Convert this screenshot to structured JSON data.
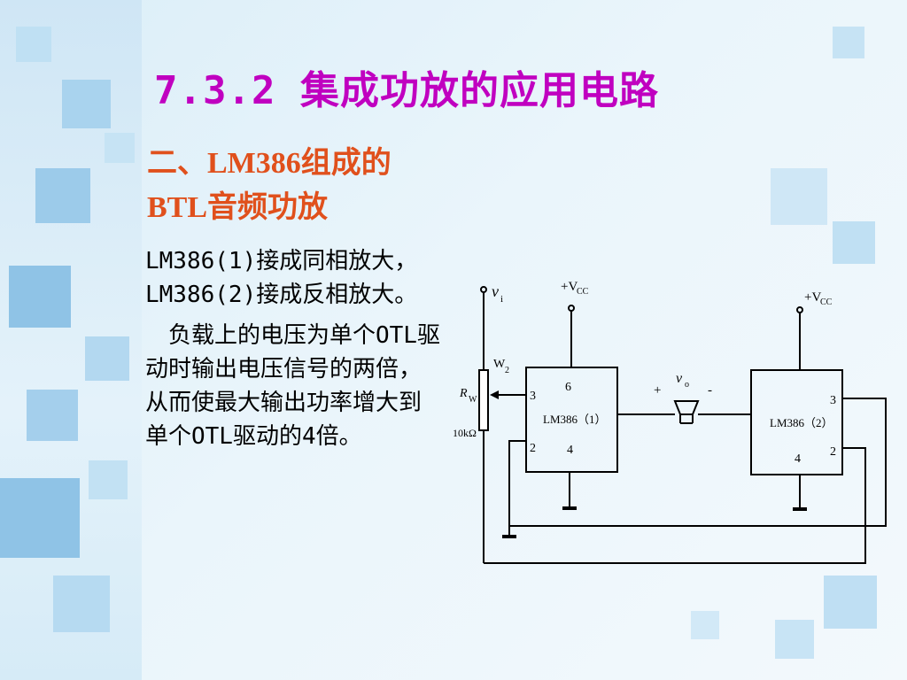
{
  "slide": {
    "title": "7.3.2 集成功放的应用电路",
    "subtitle": "二、LM386组成的BTL音频功放",
    "para1": "LM386(1)接成同相放大，LM386(2)接成反相放大。",
    "para2": "负载上的电压为单个OTL驱动时输出电压信号的两倍，从而使最大输出功率增大到单个OTL驱动的4倍。"
  },
  "circuit": {
    "input_label": "v",
    "input_sub": "i",
    "vcc1_label": "+V",
    "vcc1_sub": "CC",
    "vcc2_label": "+V",
    "vcc2_sub": "CC",
    "pot_label": "W",
    "pot_sub": "2",
    "rw_label": "R",
    "rw_sub": "W",
    "rw_value": "10kΩ",
    "amp1_label": "LM386（1）",
    "amp2_label": "LM386（2）",
    "amp1_pin3": "3",
    "amp1_pin6": "6",
    "amp1_pin2": "2",
    "amp1_pin4": "4",
    "amp2_pin3": "3",
    "amp2_pin2": "2",
    "amp2_pin4": "4",
    "out_label": "v",
    "out_sub": "o",
    "plus": "+",
    "minus": "-"
  },
  "colors": {
    "title": "#c000c0",
    "subtitle": "#e0501c",
    "body": "#000000",
    "decor_square": "#8fc3e6"
  }
}
